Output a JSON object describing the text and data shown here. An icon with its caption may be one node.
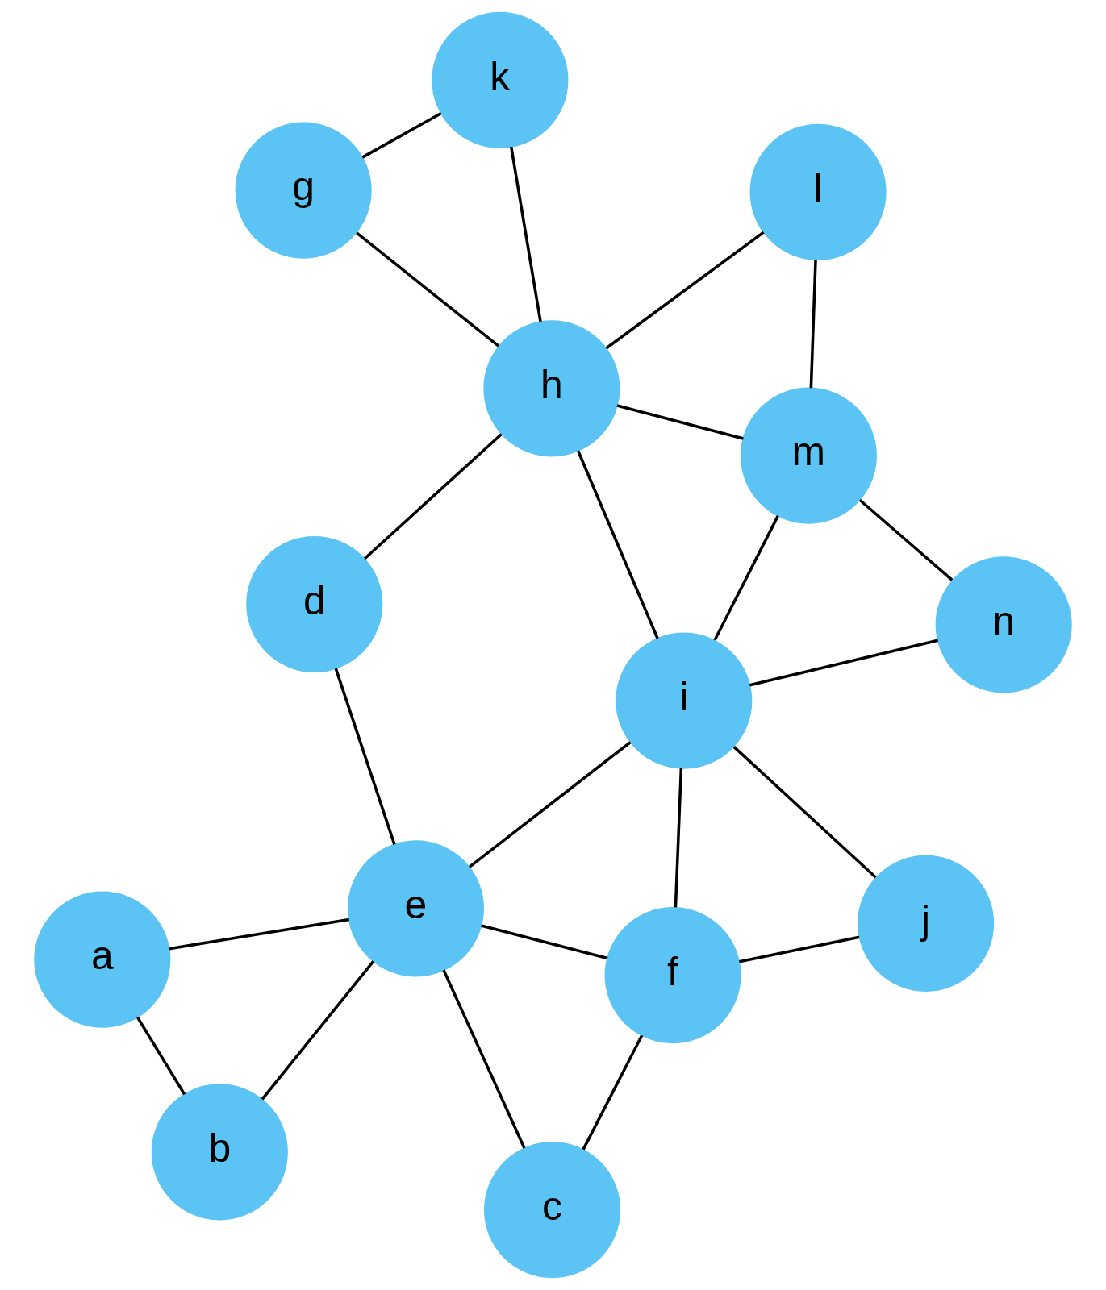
{
  "diagram": {
    "nodes": [
      {
        "text": [
          "a"
        ]
      },
      {
        "text": [
          "b"
        ]
      },
      {
        "text": [
          "c"
        ]
      },
      {
        "text": [
          "d"
        ]
      },
      {
        "text": [
          "e"
        ]
      },
      {
        "text": [
          "f"
        ]
      },
      {
        "text": [
          "g"
        ]
      },
      {
        "text": [
          "h"
        ]
      },
      {
        "text": [
          "i"
        ]
      },
      {
        "text": [
          "j"
        ]
      },
      {
        "text": [
          "k"
        ]
      },
      {
        "text": [
          "l"
        ]
      },
      {
        "text": [
          "m"
        ]
      },
      {
        "text": [
          "n"
        ]
      }
    ],
    "edges": [
      {
        "from": 0,
        "to": 1,
        "arrow": "none"
      },
      {
        "from": 0,
        "to": 4,
        "arrow": "none"
      },
      {
        "from": 1,
        "to": 4,
        "arrow": "none"
      },
      {
        "from": 2,
        "to": 4,
        "arrow": "none"
      },
      {
        "from": 2,
        "to": 5,
        "arrow": "none"
      },
      {
        "from": 3,
        "to": 4,
        "arrow": "none"
      },
      {
        "from": 3,
        "to": 7,
        "arrow": "none"
      },
      {
        "from": 4,
        "to": 5,
        "arrow": "none"
      },
      {
        "from": 4,
        "to": 8,
        "arrow": "none"
      },
      {
        "from": 5,
        "to": 8,
        "arrow": "none"
      },
      {
        "from": 5,
        "to": 9,
        "arrow": "none"
      },
      {
        "from": 6,
        "to": 7,
        "arrow": "none"
      },
      {
        "from": 6,
        "to": 10,
        "arrow": "none"
      },
      {
        "from": 7,
        "to": 10,
        "arrow": "none"
      },
      {
        "from": 7,
        "to": 8,
        "arrow": "none"
      },
      {
        "from": 7,
        "to": 11,
        "arrow": "none"
      },
      {
        "from": 7,
        "to": 12,
        "arrow": "none"
      },
      {
        "from": 8,
        "to": 9,
        "arrow": "none"
      },
      {
        "from": 8,
        "to": 12,
        "arrow": "none"
      },
      {
        "from": 8,
        "to": 13,
        "arrow": "none"
      },
      {
        "from": 11,
        "to": 12,
        "arrow": "none"
      },
      {
        "from": 12,
        "to": 13,
        "arrow": "none"
      }
    ]
  }
}
